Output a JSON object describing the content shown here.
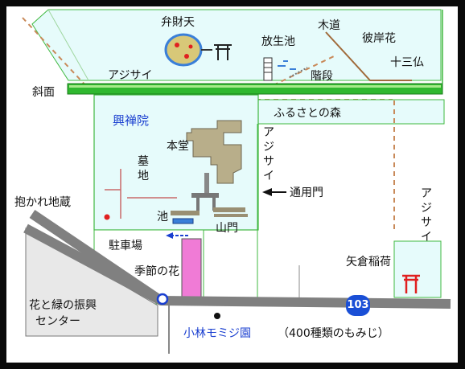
{
  "map": {
    "labels": {
      "benzaiten": "弁財天",
      "houjouike": "放生池",
      "mokudou": "木道",
      "higanbana": "彼岸花",
      "juusanbutsu": "十三仏",
      "ajisai_top": "アジサイ",
      "kaidan": "階段",
      "shamen": "斜面",
      "kouzenin": "興禅院",
      "furusato": "ふるさとの森",
      "hondou": "本堂",
      "boti": "墓地",
      "ajisai_mid": "アジサイ",
      "tsuuyoumon": "通用門",
      "ajisai_right": "アジサイ",
      "dakare_jizou": "抱かれ地蔵",
      "ike": "池",
      "sanmon": "山門",
      "chuushajou": "駐車場",
      "kisetsu_no_hana": "季節の花",
      "yagura_inari": "矢倉稲荷",
      "hanato_midori": "花と緑の振興",
      "center": "センター",
      "route_number": "103",
      "kobayashi": "小林モミジ園",
      "momiji_note": "（400種類のもみじ）"
    },
    "colors": {
      "background": "#ffffff",
      "light_area": "#e6fbfb",
      "border_green": "#3fb83f",
      "road_gray": "#808080",
      "pond_blue": "#3a7fd8",
      "pond_yellow": "#d8c878",
      "hondou_tan": "#b8ae8a",
      "kisetsu_pink": "#f07bd6",
      "dashed_brown": "#c98a5a",
      "torii_red": "#e02020",
      "route_shield": "#1a4fd6",
      "text_blue": "#1a3fd0"
    }
  }
}
